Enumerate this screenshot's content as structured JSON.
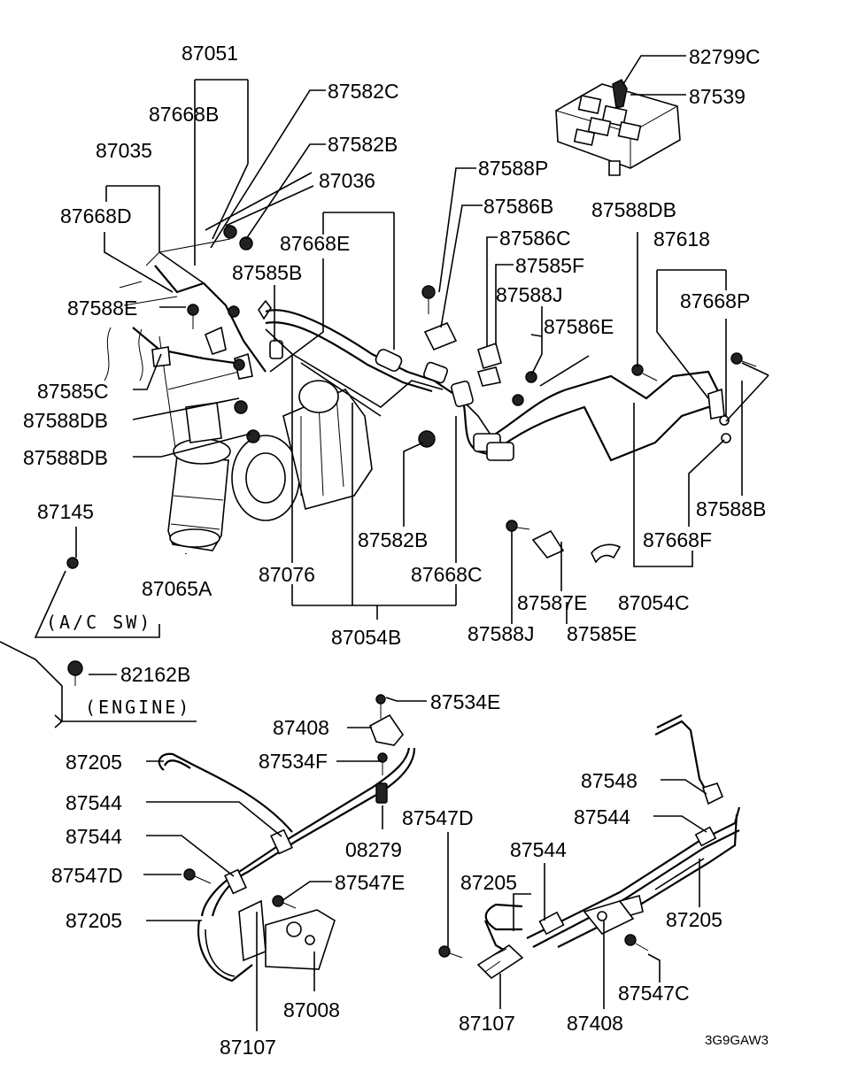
{
  "labels": [
    {
      "id": "87051",
      "text": "87051"
    },
    {
      "id": "87668B",
      "text": "87668B"
    },
    {
      "id": "87582C",
      "text": "87582C"
    },
    {
      "id": "87035",
      "text": "87035"
    },
    {
      "id": "87582B-top",
      "text": "87582B"
    },
    {
      "id": "87036",
      "text": "87036"
    },
    {
      "id": "87668D",
      "text": "87668D"
    },
    {
      "id": "87668E",
      "text": "87668E"
    },
    {
      "id": "87585B",
      "text": "87585B"
    },
    {
      "id": "87588E",
      "text": "87588E"
    },
    {
      "id": "87585C",
      "text": "87585C"
    },
    {
      "id": "87588DB-1",
      "text": "87588DB"
    },
    {
      "id": "87588DB-2",
      "text": "87588DB"
    },
    {
      "id": "82799C",
      "text": "82799C"
    },
    {
      "id": "87539",
      "text": "87539"
    },
    {
      "id": "87588P",
      "text": "87588P"
    },
    {
      "id": "87586B",
      "text": "87586B"
    },
    {
      "id": "87588DB-3",
      "text": "87588DB"
    },
    {
      "id": "87586C",
      "text": "87586C"
    },
    {
      "id": "87618",
      "text": "87618"
    },
    {
      "id": "87585F",
      "text": "87585F"
    },
    {
      "id": "87588J-top",
      "text": "87588J"
    },
    {
      "id": "87668P",
      "text": "87668P"
    },
    {
      "id": "87586E",
      "text": "87586E"
    },
    {
      "id": "87588B",
      "text": "87588B"
    },
    {
      "id": "87145",
      "text": "87145"
    },
    {
      "id": "87582B-mid",
      "text": "87582B"
    },
    {
      "id": "87668F",
      "text": "87668F"
    },
    {
      "id": "87065A",
      "text": "87065A"
    },
    {
      "id": "87076",
      "text": "87076"
    },
    {
      "id": "87668C",
      "text": "87668C"
    },
    {
      "id": "87587E",
      "text": "87587E"
    },
    {
      "id": "87054C",
      "text": "87054C"
    },
    {
      "id": "87054B",
      "text": "87054B"
    },
    {
      "id": "87588J-bot",
      "text": "87588J"
    },
    {
      "id": "87585E",
      "text": "87585E"
    },
    {
      "id": "82162B",
      "text": "82162B"
    },
    {
      "id": "87534E",
      "text": "87534E"
    },
    {
      "id": "87408-left",
      "text": "87408"
    },
    {
      "id": "87534F",
      "text": "87534F"
    },
    {
      "id": "87205-a",
      "text": "87205"
    },
    {
      "id": "87544-a",
      "text": "87544"
    },
    {
      "id": "87544-b",
      "text": "87544"
    },
    {
      "id": "08279",
      "text": "08279"
    },
    {
      "id": "87547D-a",
      "text": "87547D"
    },
    {
      "id": "87547D-b",
      "text": "87547D"
    },
    {
      "id": "87547E",
      "text": "87547E"
    },
    {
      "id": "87205-b",
      "text": "87205"
    },
    {
      "id": "87008",
      "text": "87008"
    },
    {
      "id": "87107-left",
      "text": "87107"
    },
    {
      "id": "87548",
      "text": "87548"
    },
    {
      "id": "87544-c",
      "text": "87544"
    },
    {
      "id": "87544-d",
      "text": "87544"
    },
    {
      "id": "87205-c",
      "text": "87205"
    },
    {
      "id": "87205-d",
      "text": "87205"
    },
    {
      "id": "87547C",
      "text": "87547C"
    },
    {
      "id": "87107-right",
      "text": "87107"
    },
    {
      "id": "87408-right",
      "text": "87408"
    }
  ],
  "notes": {
    "ac_sw": "(A/C SW)",
    "engine": "(ENGINE)"
  },
  "diagram_code": "3G9GAW3"
}
